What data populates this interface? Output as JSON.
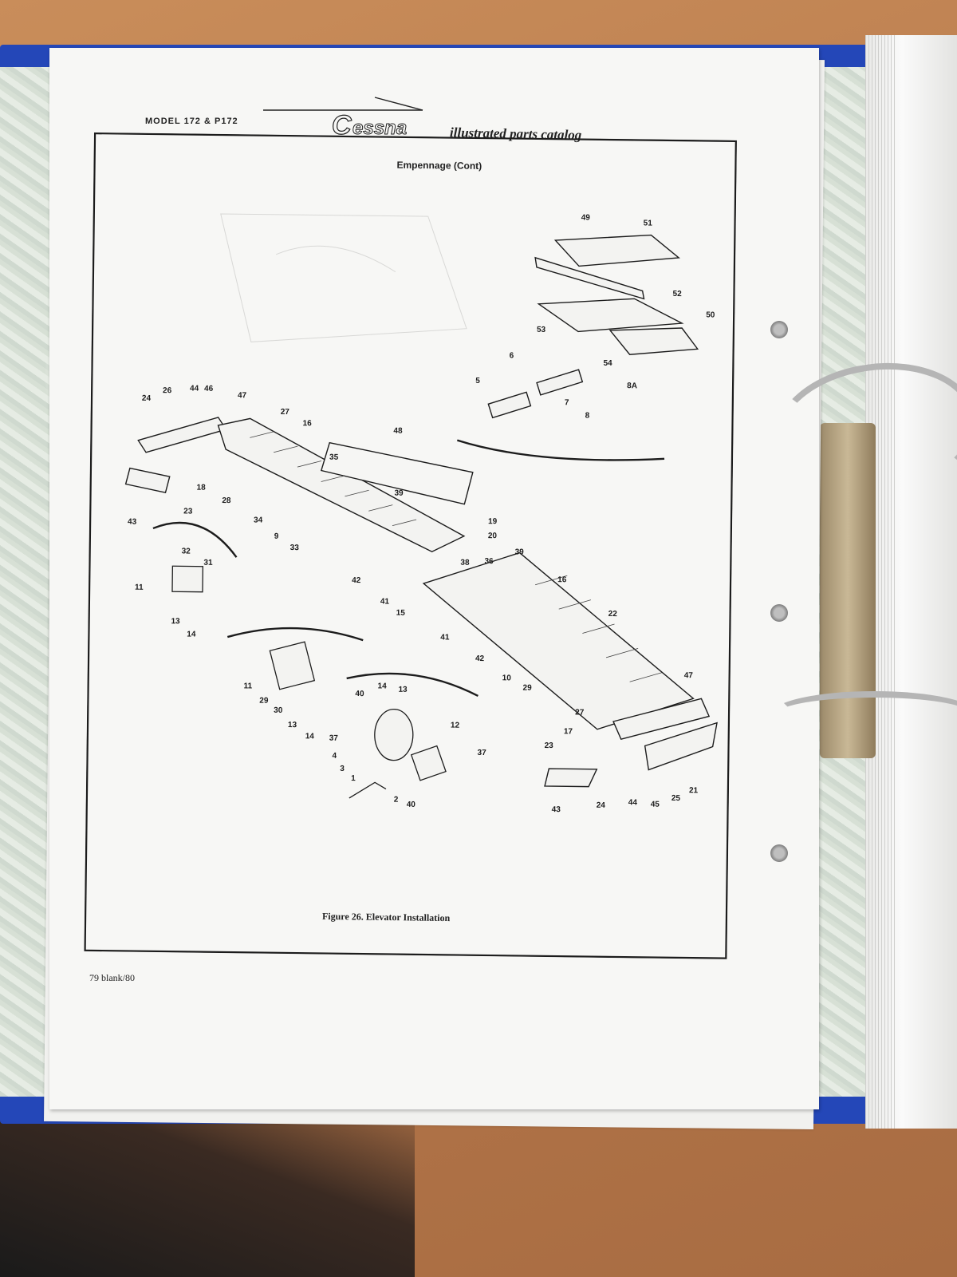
{
  "page": {
    "model_header": "MODEL 172 & P172",
    "brand_logo": "Cessna",
    "catalog_label": "illustrated parts catalog",
    "section_heading": "Empennage (Cont)",
    "figure_caption": "Figure 26.  Elevator Installation",
    "page_number": "79 blank/80"
  },
  "callouts": [
    "49",
    "51",
    "52",
    "50",
    "53",
    "6",
    "54",
    "8A",
    "5",
    "7",
    "8",
    "24",
    "26",
    "44",
    "46",
    "47",
    "27",
    "16",
    "48",
    "35",
    "18",
    "28",
    "23",
    "34",
    "43",
    "9",
    "33",
    "39",
    "19",
    "20",
    "32",
    "31",
    "11",
    "13",
    "14",
    "42",
    "41",
    "15",
    "38",
    "36",
    "39",
    "16",
    "22",
    "41",
    "42",
    "10",
    "29",
    "47",
    "11",
    "29",
    "30",
    "13",
    "14",
    "40",
    "14",
    "13",
    "12",
    "37",
    "37",
    "4",
    "3",
    "1",
    "2",
    "40",
    "27",
    "17",
    "23",
    "24",
    "44",
    "45",
    "25",
    "21",
    "43"
  ],
  "colors": {
    "binder": "#2447b8",
    "paper": "#f7f7f5",
    "ink": "#222222"
  }
}
